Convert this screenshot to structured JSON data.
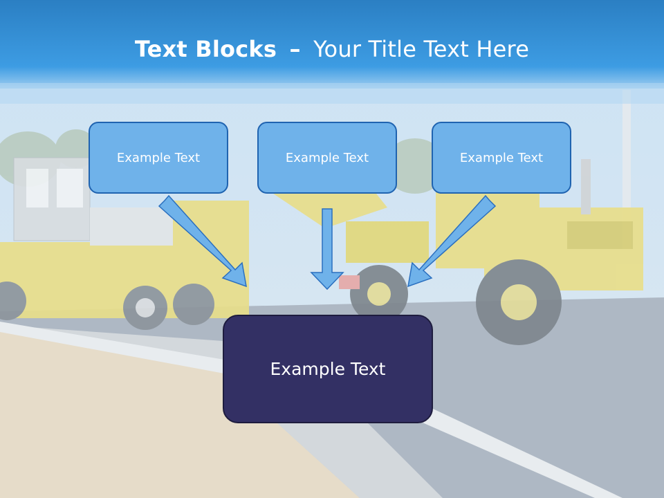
{
  "slide": {
    "title_bold": "Text Blocks",
    "title_separator": "–",
    "title_rest": "Your Title Text Here",
    "blocks": [
      "Example Text",
      "Example Text",
      "Example Text"
    ],
    "center_block": "Example Text"
  },
  "colors": {
    "header": "#3a94d9",
    "block_fill": "#6fb2ea",
    "block_border": "#1f63b0",
    "center_fill": "#333064",
    "arrow": "#6fb2ea"
  }
}
